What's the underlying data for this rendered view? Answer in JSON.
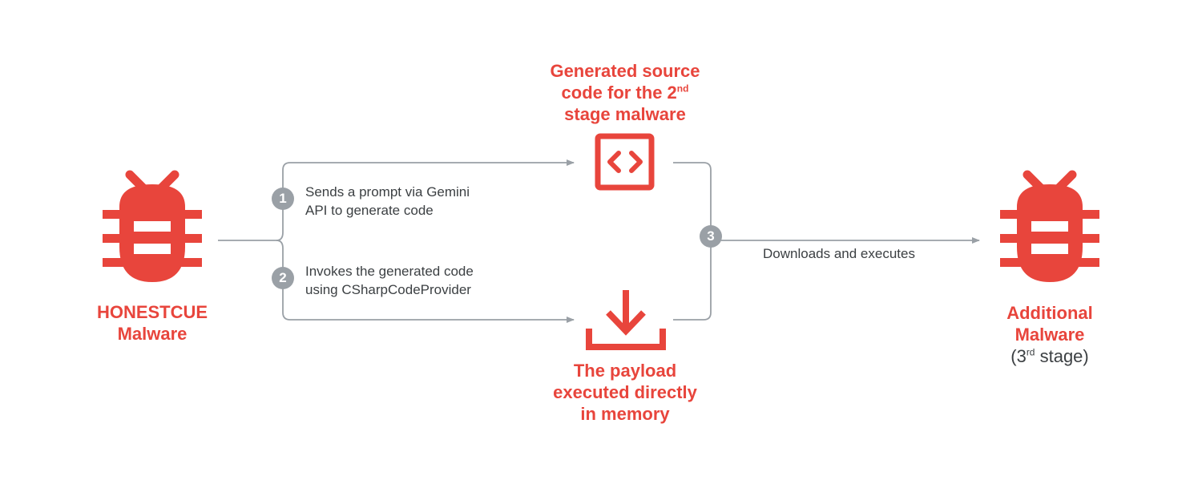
{
  "colors": {
    "accent": "#e8453c",
    "connector": "#9aa0a6",
    "text": "#3c4043"
  },
  "source_malware": {
    "icon": "bug-icon",
    "name_line1": "HONESTCUE",
    "name_line2": "Malware"
  },
  "generated_code": {
    "icon": "code-brackets-icon",
    "line1": "Generated source",
    "line2_before_sup": "code for the 2",
    "line2_sup": "nd",
    "line3": "stage malware"
  },
  "payload": {
    "icon": "download-icon",
    "line1": "The payload",
    "line2": "executed directly",
    "line3": "in memory"
  },
  "additional_malware": {
    "icon": "bug-icon",
    "line1": "Additional",
    "line2": "Malware",
    "line3_before_sup": "(3",
    "line3_sup": "rd",
    "line3_after_sup": " stage)"
  },
  "steps": [
    {
      "number": "1",
      "line1": "Sends a prompt via Gemini",
      "line2": "API to generate code"
    },
    {
      "number": "2",
      "line1": "Invokes the generated code",
      "line2": "using CSharpCodeProvider"
    },
    {
      "number": "3",
      "line1": "Downloads and executes"
    }
  ]
}
